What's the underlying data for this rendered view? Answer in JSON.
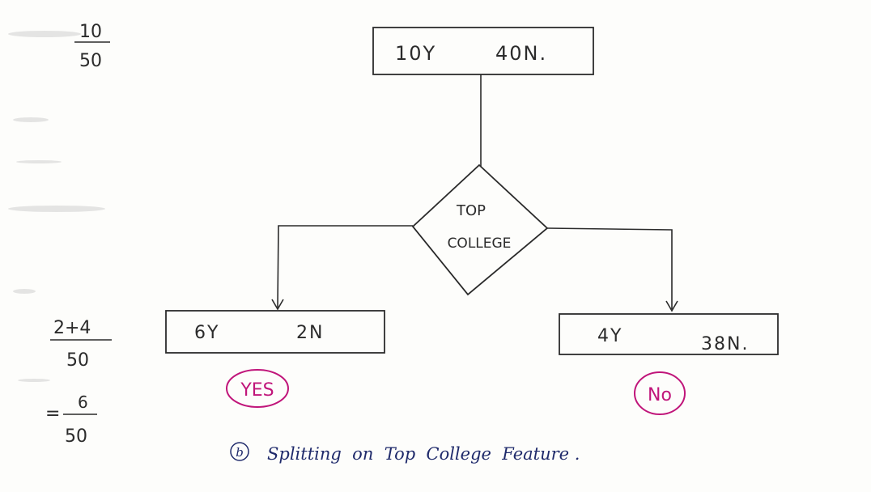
{
  "margin_calc": {
    "top_numerator": "10",
    "top_denominator": "50",
    "mid_numerator": "2+4",
    "mid_denominator": "50",
    "result_prefix": "=",
    "result_numerator": "6",
    "result_denominator": "50"
  },
  "root_node": {
    "yes_count": "10Y",
    "no_count": "40N."
  },
  "decision_node": {
    "line1": "TOP",
    "line2": "COLLEGE"
  },
  "left_leaf": {
    "yes_count": "6Y",
    "no_count": "2N",
    "branch_label": "YES"
  },
  "right_leaf": {
    "yes_count": "4Y",
    "no_count": "38N.",
    "branch_label": "No"
  },
  "caption": {
    "marker": "b",
    "text": "Splitting  on  Top  College  Feature ."
  },
  "colors": {
    "ink": "#2b2b2b",
    "pink": "#c0157a",
    "navy": "#1f2a6b"
  }
}
